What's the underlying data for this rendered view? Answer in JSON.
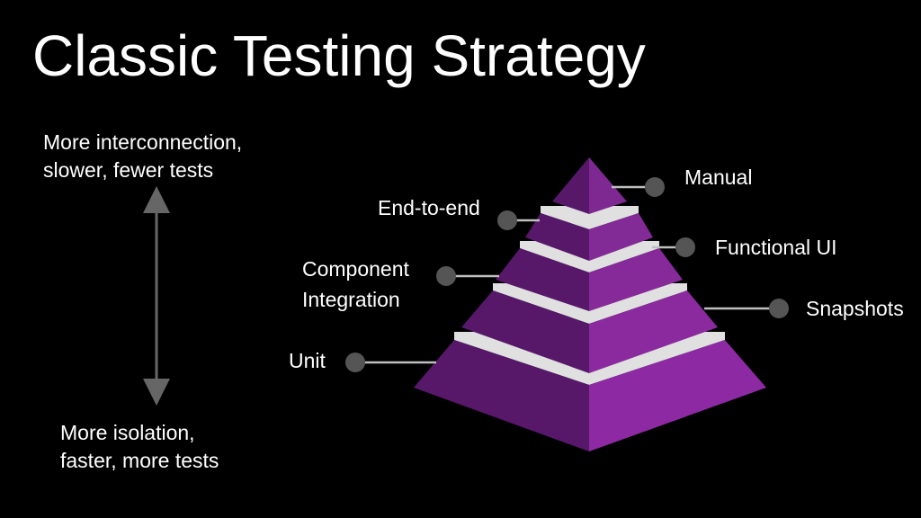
{
  "title": "Classic Testing Strategy",
  "axis_notes": {
    "top_line1": "More interconnection,",
    "top_line2": "slower, fewer tests",
    "bottom_line1": "More isolation,",
    "bottom_line2": "faster, more tests"
  },
  "pyramid": {
    "levels_top_to_bottom": [
      "Manual",
      "End-to-end",
      "Functional UI",
      "Component",
      "Integration",
      "Snapshots",
      "Unit"
    ],
    "labels": {
      "manual": "Manual",
      "end_to_end": "End-to-end",
      "functional_ui": "Functional UI",
      "component": "Component",
      "integration": "Integration",
      "snapshots": "Snapshots",
      "unit": "Unit"
    }
  },
  "colors": {
    "background": "#000000",
    "text": "#ffffff",
    "pyramid_dark": "#5a1a6a",
    "pyramid_light": "#8a2a9e",
    "separator": "#e0e0e0",
    "callout_dot": "#555555",
    "callout_line": "#bfbfbf",
    "arrow": "#666666"
  }
}
